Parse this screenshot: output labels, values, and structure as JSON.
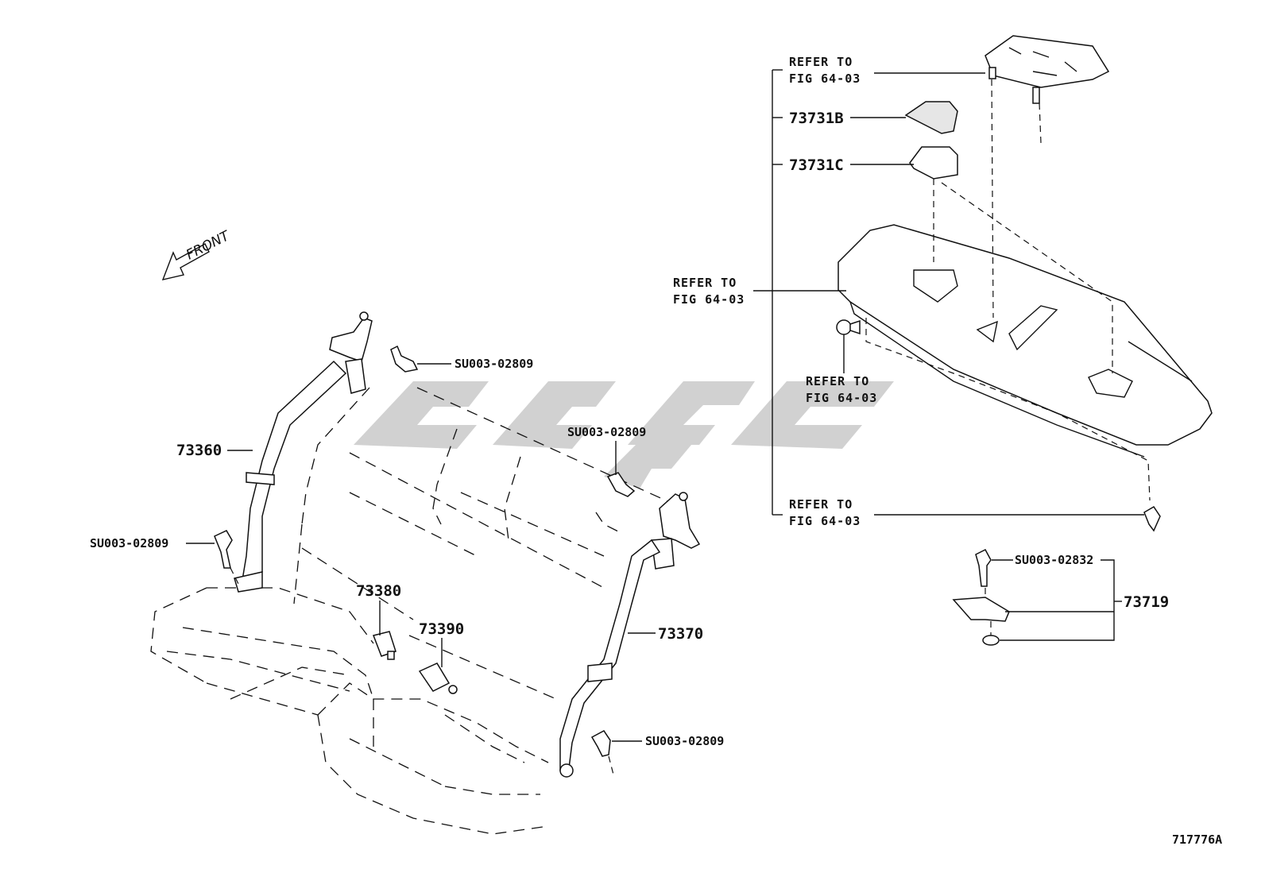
{
  "diagram_id": "717776A",
  "direction_label": "FRONT",
  "callouts": {
    "refer_top": [
      "REFER TO",
      "FIG 64-03"
    ],
    "part_73731b": "73731B",
    "part_73731c": "73731C",
    "refer_shelf": [
      "REFER TO",
      "FIG 64-03"
    ],
    "refer_clip": [
      "REFER TO",
      "FIG 64-03"
    ],
    "refer_bottom": [
      "REFER TO",
      "FIG 64-03"
    ],
    "bolt_02832": "SU003-02832",
    "part_73719": "73719",
    "part_73360": "73360",
    "bolt_top_left": "SU003-02809",
    "bolt_left_lower": "SU003-02809",
    "bolt_middle": "SU003-02809",
    "bolt_right_lower": "SU003-02809",
    "part_73380": "73380",
    "part_73390": "73390",
    "part_73370": "73370"
  },
  "watermark_color": "#c9c9c9"
}
